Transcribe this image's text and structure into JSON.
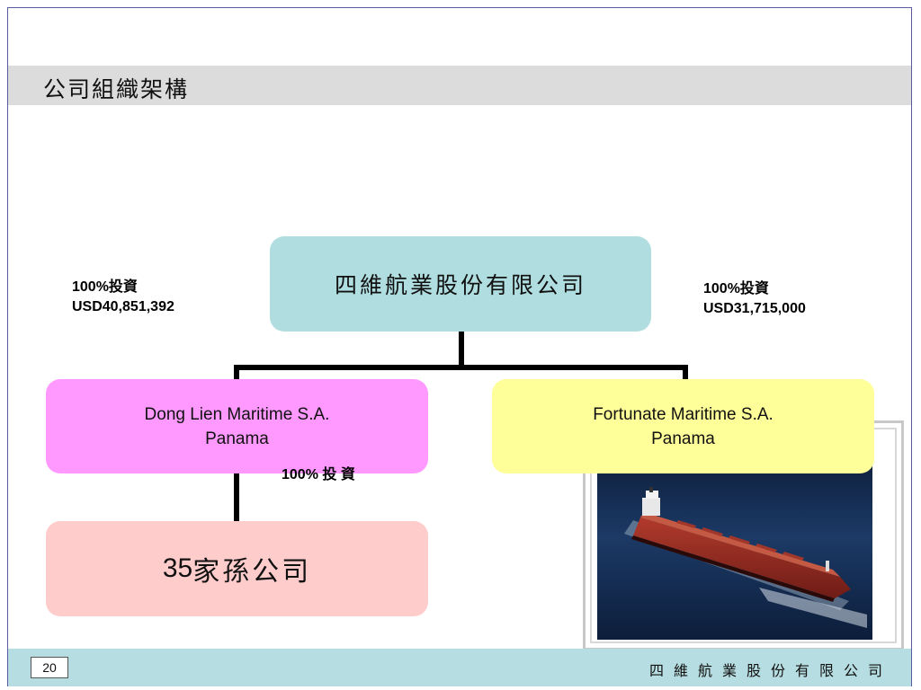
{
  "slide": {
    "title": "公司組織架構"
  },
  "org_chart": {
    "root": {
      "label": "四維航業股份有限公司"
    },
    "children": [
      {
        "line1": "Dong Lien Maritime S.A.",
        "line2": "Panama",
        "color": "#ff99ff"
      },
      {
        "line1": "Fortunate Maritime S.A.",
        "line2": "Panama",
        "color": "#ffff99"
      }
    ],
    "grandchild": {
      "count": "35",
      "label": "家孫公司",
      "color": "#ffcccc"
    },
    "root_color": "#b0dde0"
  },
  "annotations": {
    "left_investment": {
      "percent": "100%投資",
      "amount": "USD40,851,392"
    },
    "right_investment": {
      "percent": "100%投資",
      "amount": "USD31,715,000"
    },
    "sub_investment": "100% 投 資"
  },
  "photo": {
    "subject": "ship-photo"
  },
  "footer": {
    "page_number": "20",
    "company": "四維航業股份有限公司"
  }
}
